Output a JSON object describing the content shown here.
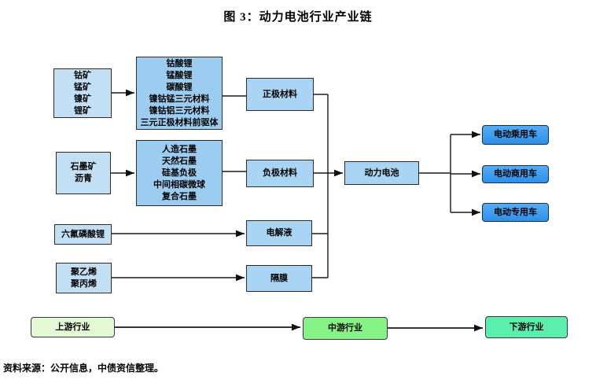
{
  "title": "图 3：动力电池行业产业链",
  "source_note": "资料来源：公开信息，中债资信整理。",
  "colors": {
    "box_light_blue": "#c2dff4",
    "box_mid_blue": "#9cccf0",
    "box_mid_blue2": "#a9d4f4",
    "box_bright_blue": "#3e9fef",
    "box_light_green": "#e4fad6",
    "box_green": "#86f386",
    "box_mint_green": "#5befae",
    "line_color": "#1a1a1a",
    "border_color": "#2b2b2b"
  },
  "boxes": {
    "ores": {
      "lines": [
        "钴矿",
        "锰矿",
        "镍矿",
        "锂矿"
      ]
    },
    "cathode_precursors": {
      "lines": [
        "钴酸锂",
        "锰酸锂",
        "碳酸锂",
        "镍钴锰三元材料",
        "镍钴铝三元材料",
        "三元正极材料前驱体"
      ]
    },
    "cathode": {
      "label": "正极材料"
    },
    "graphite_raw": {
      "lines": [
        "石墨矿",
        "沥青"
      ]
    },
    "anode_materials": {
      "lines": [
        "人造石墨",
        "天然石墨",
        "硅基负极",
        "中间相碳微球",
        "复合石墨"
      ]
    },
    "anode": {
      "label": "负极材料"
    },
    "lipf6": {
      "label": "六氟磷酸锂"
    },
    "electrolyte": {
      "label": "电解液"
    },
    "polymers": {
      "lines": [
        "聚乙烯",
        "聚丙烯"
      ]
    },
    "separator": {
      "label": "隔膜"
    },
    "battery": {
      "label": "动力电池"
    },
    "ev_passenger": {
      "label": "电动乘用车"
    },
    "ev_commercial": {
      "label": "电动商用车"
    },
    "ev_special": {
      "label": "电动专用车"
    },
    "upstream": {
      "label": "上游行业"
    },
    "midstream": {
      "label": "中游行业"
    },
    "downstream": {
      "label": "下游行业"
    }
  }
}
